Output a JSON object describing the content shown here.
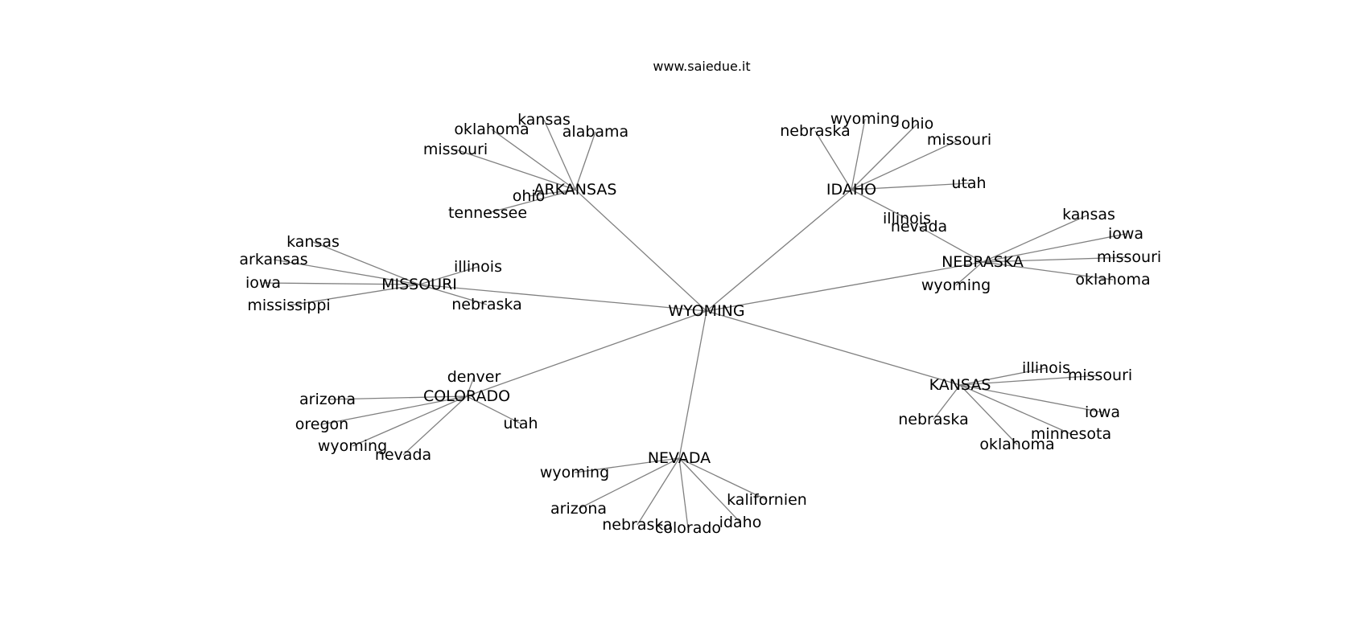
{
  "title": "www.saiedue.it",
  "graph": {
    "root": "WYOMING",
    "hubs": [
      {
        "name": "ARKANSAS",
        "children": [
          "kansas",
          "oklahoma",
          "alabama",
          "missouri",
          "ohio",
          "tennessee"
        ]
      },
      {
        "name": "IDAHO",
        "children": [
          "wyoming",
          "ohio",
          "nebraska",
          "missouri",
          "utah",
          "illinois"
        ]
      },
      {
        "name": "MISSOURI",
        "children": [
          "kansas",
          "arkansas",
          "iowa",
          "mississippi",
          "illinois",
          "nebraska"
        ]
      },
      {
        "name": "NEBRASKA",
        "children": [
          "kansas",
          "iowa",
          "missouri",
          "oklahoma",
          "wyoming",
          "nevada"
        ]
      },
      {
        "name": "KANSAS",
        "children": [
          "illinois",
          "missouri",
          "iowa",
          "minnesota",
          "oklahoma",
          "nebraska"
        ]
      },
      {
        "name": "COLORADO",
        "children": [
          "denver",
          "arizona",
          "oregon",
          "wyoming",
          "nevada",
          "utah"
        ]
      },
      {
        "name": "NEVADA",
        "children": [
          "wyoming",
          "arizona",
          "nebraska",
          "colorado",
          "idaho",
          "kalifornien"
        ]
      }
    ]
  }
}
